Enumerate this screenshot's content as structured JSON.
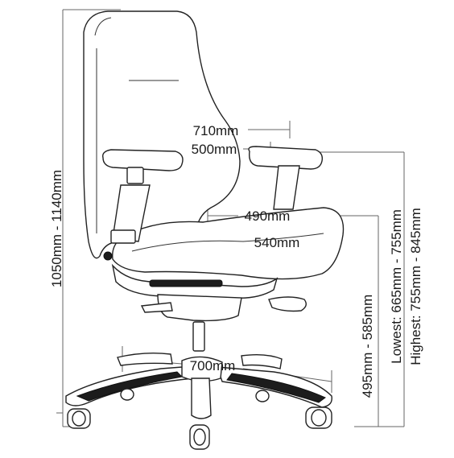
{
  "diagram": {
    "dimensions": {
      "back_width": "710mm",
      "seat_width": "500mm",
      "seat_depth_front": "490mm",
      "seat_depth": "540mm",
      "base_width": "700mm",
      "overall_height": "1050mm - 1140mm",
      "seat_height": "495mm - 585mm",
      "armrest_lowest": "Lowest: 665mm - 755mm",
      "armrest_highest": "Highest: 755mm - 845mm"
    }
  }
}
